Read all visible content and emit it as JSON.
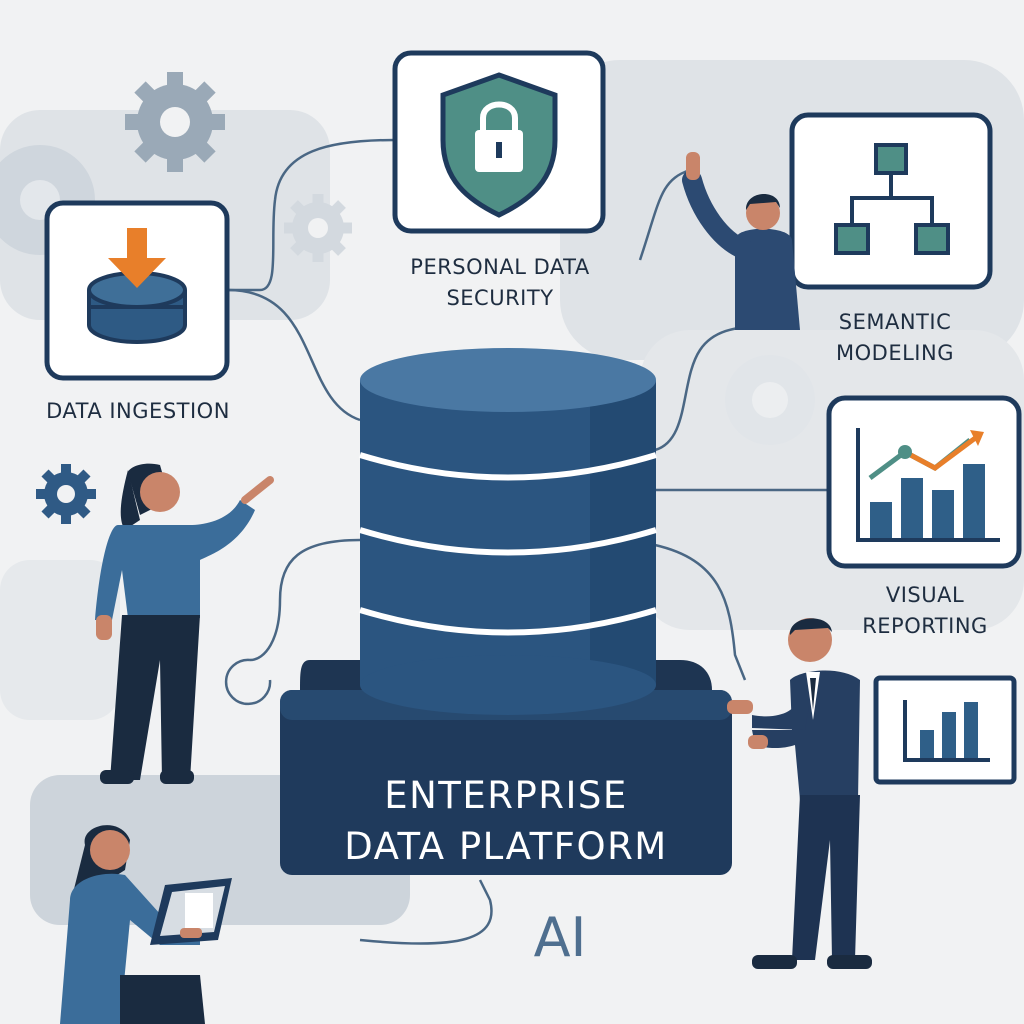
{
  "diagram": {
    "center": {
      "line1": "ENTERPRISE",
      "line2": "DATA PLATFORM"
    },
    "ai_label": "AI",
    "nodes": [
      {
        "id": "data-ingestion",
        "lines": [
          "DATA INGESTION"
        ],
        "icon": "database-download-icon"
      },
      {
        "id": "personal-data-security",
        "lines": [
          "PERSONAL DATA",
          "SECURITY"
        ],
        "icon": "shield-lock-icon"
      },
      {
        "id": "semantic-modeling",
        "lines": [
          "SEMANTIC",
          "MODELING"
        ],
        "icon": "hierarchy-icon"
      },
      {
        "id": "visual-reporting",
        "lines": [
          "VISUAL",
          "REPORTING"
        ],
        "icon": "bar-line-chart-icon"
      }
    ]
  },
  "colors": {
    "navy": "#1e3a5c",
    "blue": "#2f5f88",
    "steel": "#4b7aa3",
    "teal": "#4f8f86",
    "orange": "#e87f2a",
    "skin": "#c9856a",
    "background": "#f1f2f3"
  }
}
